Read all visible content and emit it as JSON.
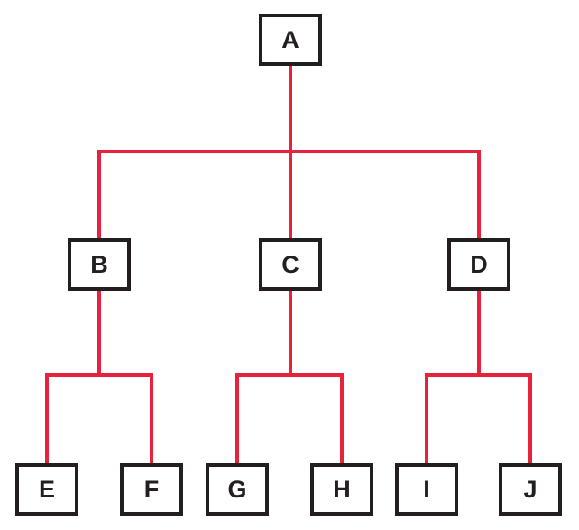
{
  "colors": {
    "connector": "#E8213C",
    "node_border": "#231F20",
    "node_text": "#231F20",
    "background": "#FFFFFF"
  },
  "tree": {
    "root": {
      "id": "A",
      "label": "A",
      "children": [
        {
          "id": "B",
          "label": "B",
          "children": [
            {
              "id": "E",
              "label": "E"
            },
            {
              "id": "F",
              "label": "F"
            }
          ]
        },
        {
          "id": "C",
          "label": "C",
          "children": [
            {
              "id": "G",
              "label": "G"
            },
            {
              "id": "H",
              "label": "H"
            }
          ]
        },
        {
          "id": "D",
          "label": "D",
          "children": [
            {
              "id": "I",
              "label": "I"
            },
            {
              "id": "J",
              "label": "J"
            }
          ]
        }
      ]
    }
  }
}
